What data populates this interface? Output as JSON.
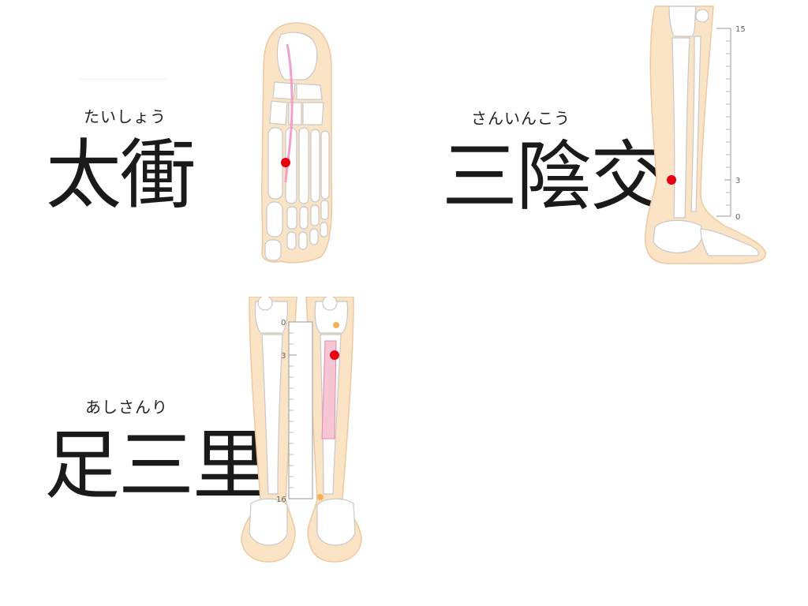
{
  "points": [
    {
      "reading": "たいしょう",
      "name": "太衝"
    },
    {
      "reading": "さんいんこう",
      "name": "三陰交"
    },
    {
      "reading": "あしさんり",
      "name": "足三里"
    }
  ],
  "scales": {
    "sanyinjiao": {
      "top": "15",
      "mid": "3",
      "bottom": "0"
    },
    "zusanli": {
      "top": "0",
      "mid": "3",
      "bottom": "16"
    }
  },
  "colors": {
    "skin": "#fbe3c5",
    "bone": "#ffffff",
    "bone_line": "#c8c8c8",
    "point": "#e60012",
    "meridian": "#f0a0c8",
    "marker": "#f5b05a"
  }
}
